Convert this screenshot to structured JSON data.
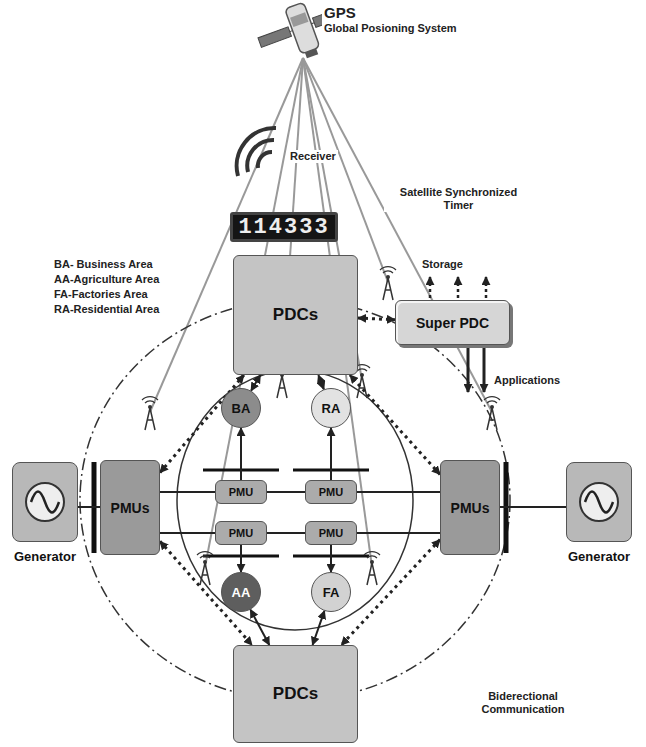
{
  "diagram": {
    "nodes": [
      {
        "text": [
          "PDCs"
        ]
      },
      {
        "text": [
          "Super PDC"
        ]
      },
      {
        "text": [
          "BA"
        ]
      },
      {
        "text": [
          "RA"
        ]
      },
      {
        "text": [
          "PMUs"
        ]
      },
      {
        "text": [
          "PMU"
        ]
      },
      {
        "text": [
          "PMU"
        ]
      },
      {
        "text": [
          "PMUs"
        ]
      },
      {
        "text": [
          "PMU"
        ]
      },
      {
        "text": [
          "PMU"
        ]
      },
      {
        "text": [
          "AA"
        ]
      },
      {
        "text": [
          "FA"
        ]
      },
      {
        "text": [
          "PDCs"
        ]
      },
      {
        "text": [
          "Generator"
        ]
      },
      {
        "text": [
          "Generator"
        ]
      },
      {
        "text": [
          "114333"
        ]
      }
    ],
    "edges": [
      {
        "from": 0,
        "to": 1,
        "arrow": "both"
      },
      {
        "from": 0,
        "to": 2,
        "arrow": "both"
      },
      {
        "from": 0,
        "to": 3,
        "arrow": "both"
      },
      {
        "from": 12,
        "to": 10,
        "arrow": "both"
      },
      {
        "from": 12,
        "to": 11,
        "arrow": "both"
      },
      {
        "from": 5,
        "to": 2,
        "arrow": "to"
      },
      {
        "from": 6,
        "to": 3,
        "arrow": "to"
      },
      {
        "from": 8,
        "to": 10,
        "arrow": "to"
      },
      {
        "from": 9,
        "to": 11,
        "arrow": "to"
      },
      {
        "from": 13,
        "to": 4,
        "arrow": "none"
      },
      {
        "from": 4,
        "to": 5,
        "arrow": "none"
      },
      {
        "from": 5,
        "to": 6,
        "arrow": "none"
      },
      {
        "from": 6,
        "to": 7,
        "arrow": "none"
      },
      {
        "from": 4,
        "to": 8,
        "arrow": "none"
      },
      {
        "from": 8,
        "to": 9,
        "arrow": "none"
      },
      {
        "from": 9,
        "to": 7,
        "arrow": "none"
      },
      {
        "from": 7,
        "to": 14,
        "arrow": "none"
      },
      {
        "from": 4,
        "to": 0,
        "arrow": "both"
      },
      {
        "from": 4,
        "to": 12,
        "arrow": "both"
      },
      {
        "from": 7,
        "to": 0,
        "arrow": "both"
      },
      {
        "from": 7,
        "to": 12,
        "arrow": "both"
      }
    ],
    "labels": [
      "GPS",
      "Global Posioning System",
      "Receiver",
      "Satellite Synchronized Timer",
      "BA- Business Area",
      "AA-Agriculture Area",
      "FA-Factories Area",
      "RA-Residential Area",
      "Storage",
      "Applications",
      "Biderectional Communication"
    ]
  }
}
